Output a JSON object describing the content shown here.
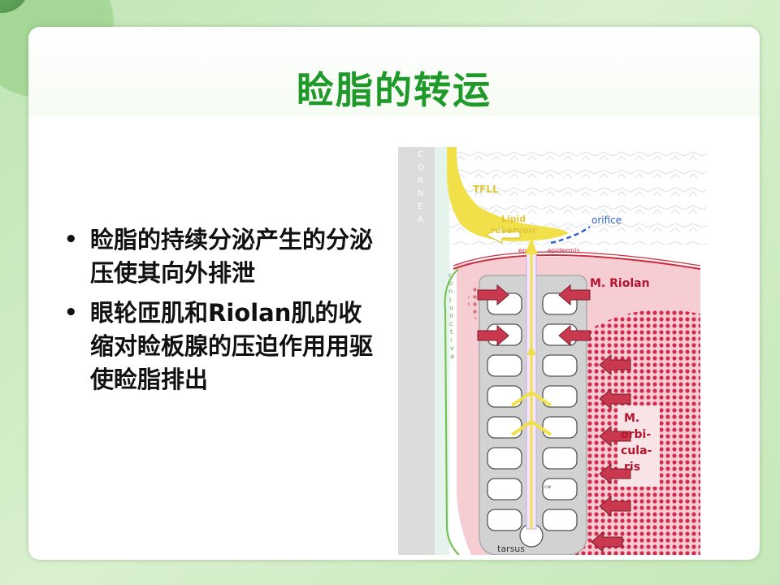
{
  "slide": {
    "title": "睑脂的转运",
    "bullets": [
      "睑脂的持续分泌产生的分泌压使其向外排泄",
      "眼轮匝肌和Riolan肌的收缩对睑板腺的压迫作用用驱使睑脂排出"
    ]
  },
  "figure": {
    "labels": {
      "tfll": "TFLL",
      "lipid_reservoir_1": "Lipid",
      "lipid_reservoir_2": "reservoir",
      "orifice": "orifice",
      "ep": "ep",
      "epidermis": "epidermis",
      "m_riolan": "M. Riolan",
      "m_orbicularis_1": "M.",
      "m_orbicularis_2": "orbi-",
      "m_orbicularis_3": "cula-",
      "m_orbicularis_4": "ris",
      "tarsus": "tarsus",
      "cornea_letters": [
        "C",
        "O",
        "R",
        "N",
        "E",
        "A"
      ],
      "conjunctiva_letters": [
        "c",
        "o",
        "n",
        "j",
        "u",
        "n",
        "c",
        "t",
        "i",
        "v",
        "a"
      ],
      "mjc_letters": [
        "M",
        "J",
        "C"
      ],
      "small_label": "cw"
    },
    "colors": {
      "title_green": "#1f9a2a",
      "lipid_yellow": "#f2e04a",
      "muscle_pink": "#f3c6cc",
      "dot_red": "#d52a4f",
      "arrow_red": "#c9384f",
      "epidermis_red": "#cc2b3e",
      "orifice_blue": "#2f5fc9",
      "tarsus_gray": "#d2d2d2"
    }
  }
}
